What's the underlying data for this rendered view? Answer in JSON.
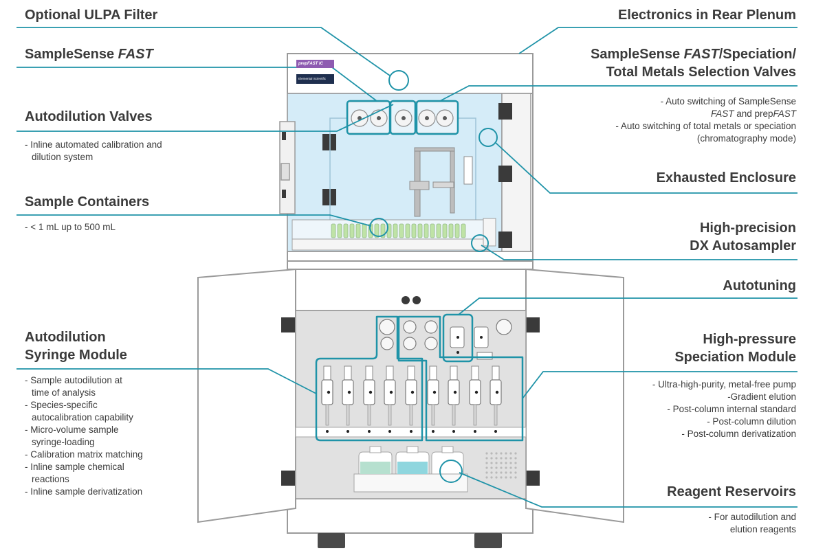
{
  "colors": {
    "accent": "#1f93a8",
    "enclosure_fill": "#d5ecf8",
    "cabinet_stroke": "#9a9a9a",
    "panel_fill": "#e1e1e1",
    "dark_block": "#3a3a3a"
  },
  "labels": {
    "ulpa": "Optional ULPA Filter",
    "samplesense": {
      "pre": "SampleSense ",
      "em": "FAST"
    },
    "autodil_valves": "Autodilution Valves",
    "autodil_valves_desc": [
      "- Inline automated calibration and",
      "dilution system"
    ],
    "containers": "Sample Containers",
    "containers_desc": [
      "- < 1 mL up to 500 mL"
    ],
    "syringe": [
      "Autodilution",
      "Syringe Module"
    ],
    "syringe_desc": [
      "- Sample autodilution at",
      "time of analysis",
      "- Species-specific",
      "autocalibration capability",
      "- Micro-volume sample",
      "syringe-loading",
      "- Calibration matrix matching",
      "- Inline sample chemical",
      "reactions",
      "- Inline sample derivatization"
    ],
    "electronics": "Electronics in Rear Plenum",
    "selection": {
      "l1_pre": "SampleSense ",
      "l1_em": "FAST",
      "l1_post": "/Speciation/",
      "l2": "Total Metals Selection Valves"
    },
    "selection_desc": {
      "a_pre": "- Auto switching of SampleSense",
      "a_em": "FAST",
      "a_mid": " and prep",
      "a_em2": "FAST",
      "b": "- Auto switching of total metals or speciation",
      "c": "(chromatography mode)"
    },
    "exhausted": "Exhausted Enclosure",
    "dx": [
      "High-precision",
      "DX Autosampler"
    ],
    "autotuning": "Autotuning",
    "hp": [
      "High-pressure",
      "Speciation Module"
    ],
    "hp_desc": [
      "- Ultra-high-purity, metal-free pump",
      "-Gradient elution",
      "- Post-column internal standard",
      "- Post-column dilution",
      "- Post-column derivatization"
    ],
    "reagent": "Reagent Reservoirs",
    "reagent_desc": [
      "- For autodilution and",
      "elution reagents"
    ]
  },
  "branding": {
    "top": "prepFAST IC",
    "bottom": "Elemental Scientific"
  }
}
